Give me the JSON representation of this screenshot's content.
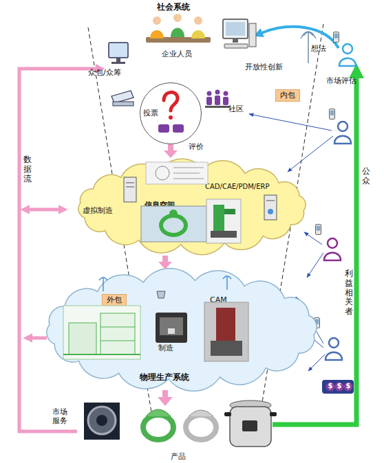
{
  "diagram": {
    "nodes": [
      {
        "text": [
          "投票",
          "评价"
        ]
      },
      {
        "text": [
          "内包"
        ]
      },
      {
        "text": [
          "虚拟制造",
          "信息空间",
          "CAD/CAE/PDM/ERP"
        ]
      },
      {
        "text": [
          "CAM",
          "制造",
          "物理生产系统"
        ]
      },
      {
        "text": [
          "外包"
        ],
        "in": 3
      }
    ],
    "edges": [
      {
        "from": 0,
        "to": 2,
        "arrow": "to"
      },
      {
        "from": 2,
        "to": 3,
        "arrow": "to"
      }
    ],
    "labels": [
      "社会系统",
      "企业人员",
      "众包/众筹",
      "开放性创新",
      "想法",
      "市场评估",
      "社区",
      "数据流",
      "公众",
      "利益相关者",
      "$",
      "$",
      "$",
      "市场服务",
      "产品"
    ]
  }
}
